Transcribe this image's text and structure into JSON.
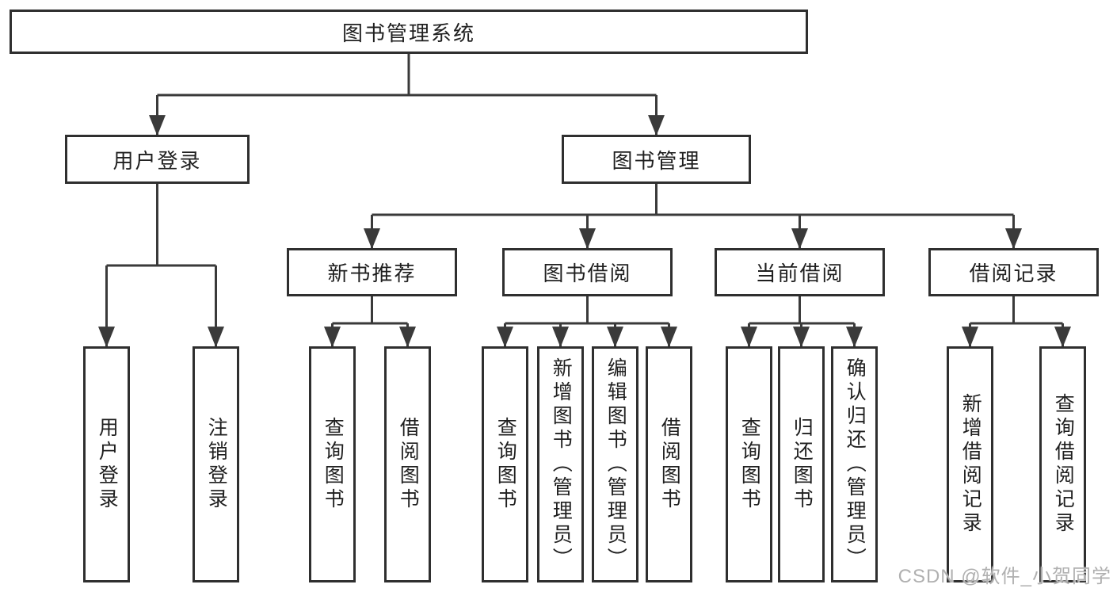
{
  "theme": {
    "line_color": "#3a3a3a",
    "border_color": "#2f2f2f",
    "text_color": "#1f1f1f",
    "watermark_color": "#b0b0b0",
    "bg_color": "#ffffff"
  },
  "watermark": "CSDN @软件_小贺同学",
  "diagram": {
    "root": {
      "label": "图书管理系统"
    },
    "level2": [
      {
        "label": "用户登录",
        "parent": "图书管理系统"
      },
      {
        "label": "图书管理",
        "parent": "图书管理系统"
      }
    ],
    "level3": [
      {
        "label": "新书推荐",
        "parent": "图书管理"
      },
      {
        "label": "图书借阅",
        "parent": "图书管理"
      },
      {
        "label": "当前借阅",
        "parent": "图书管理"
      },
      {
        "label": "借阅记录",
        "parent": "图书管理"
      }
    ],
    "leaves": [
      {
        "label": "用户登录",
        "parent": "用户登录"
      },
      {
        "label": "注销登录",
        "parent": "用户登录"
      },
      {
        "label": "查询图书",
        "parent": "新书推荐"
      },
      {
        "label": "借阅图书",
        "parent": "新书推荐"
      },
      {
        "label": "查询图书",
        "parent": "图书借阅"
      },
      {
        "label": "新增图书（管理员）",
        "parent": "图书借阅"
      },
      {
        "label": "编辑图书（管理员）",
        "parent": "图书借阅"
      },
      {
        "label": "借阅图书",
        "parent": "图书借阅"
      },
      {
        "label": "查询图书",
        "parent": "当前借阅"
      },
      {
        "label": "归还图书",
        "parent": "当前借阅"
      },
      {
        "label": "确认归还（管理员）",
        "parent": "当前借阅"
      },
      {
        "label": "新增借阅记录",
        "parent": "借阅记录"
      },
      {
        "label": "查询借阅记录",
        "parent": "借阅记录"
      }
    ]
  }
}
